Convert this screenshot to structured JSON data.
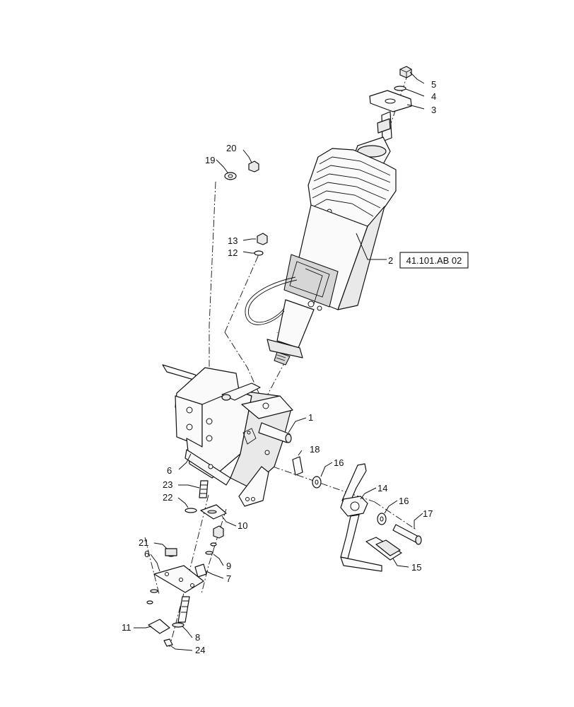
{
  "callouts": {
    "c1": "1",
    "c2": "2",
    "c3": "3",
    "c4": "4",
    "c5": "5",
    "c6a": "6",
    "c6b": "6",
    "c7": "7",
    "c8": "8",
    "c9": "9",
    "c10": "10",
    "c11": "11",
    "c12": "12",
    "c13": "13",
    "c14": "14",
    "c15": "15",
    "c16a": "16",
    "c16b": "16",
    "c17": "17",
    "c18": "18",
    "c19": "19",
    "c20": "20",
    "c21": "21",
    "c22": "22",
    "c23": "23",
    "c24": "24"
  },
  "reference": {
    "label": "41.101.AB 02"
  }
}
